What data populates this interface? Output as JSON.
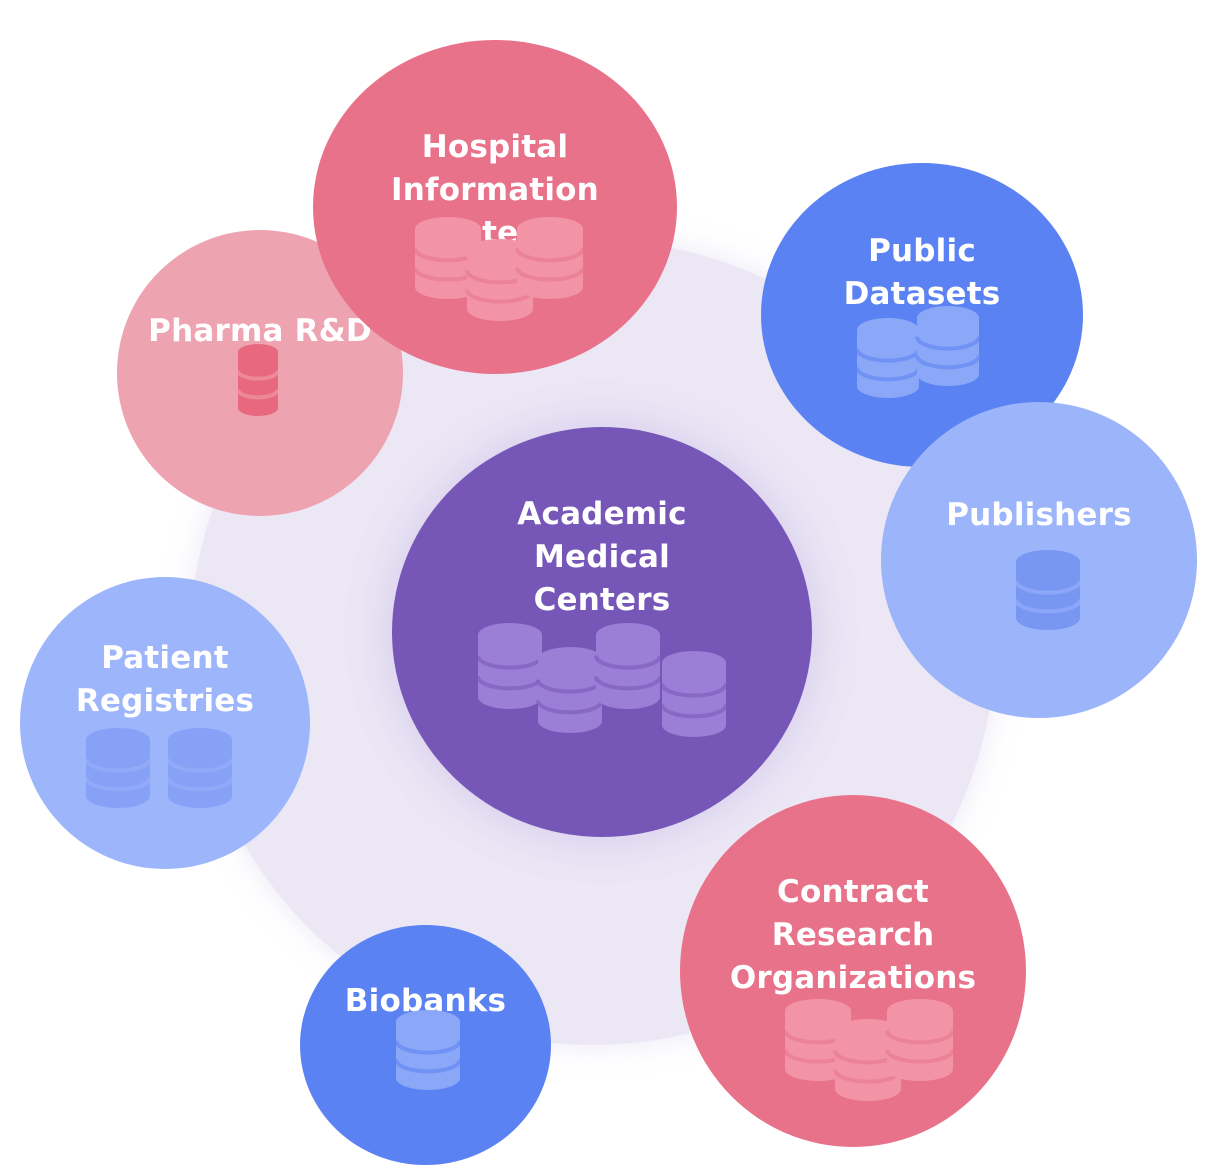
{
  "diagram": {
    "center": {
      "label": "Academic\nMedical\nCenters",
      "icon": "database-stack-icon",
      "icon_count": 4,
      "color": "#7657b8",
      "icon_color": "#9b7ed6"
    },
    "nodes": {
      "his": {
        "label": "Hospital\nInformation\nSystems",
        "icon": "database-stack-icon",
        "icon_count": 3,
        "color": "#e8728a",
        "icon_color": "#f294a6"
      },
      "pharma": {
        "label": "Pharma R&D",
        "icon": "database-stack-icon",
        "icon_count": 1,
        "color": "#eea3b1",
        "icon_color": "#e8697f"
      },
      "public": {
        "label": "Public\nDatasets",
        "icon": "database-stack-icon",
        "icon_count": 2,
        "color": "#5b82f2",
        "icon_color": "#8ba7f7"
      },
      "publishers": {
        "label": "Publishers",
        "icon": "database-stack-icon",
        "icon_count": 1,
        "color": "#9cb4fa",
        "icon_color": "#7897f3"
      },
      "registries": {
        "label": "Patient\nRegistries",
        "icon": "database-stack-icon",
        "icon_count": 2,
        "color": "#9db5fa",
        "icon_color": "#86a1f5"
      },
      "cro": {
        "label": "Contract\nResearch\nOrganizations",
        "icon": "database-stack-icon",
        "icon_count": 3,
        "color": "#e8728a",
        "icon_color": "#f294a6"
      },
      "biobanks": {
        "label": "Biobanks",
        "icon": "database-stack-icon",
        "icon_count": 1,
        "color": "#5b82f2",
        "icon_color": "#8ba7f7"
      }
    },
    "halo_color": "#ebe7f5"
  }
}
